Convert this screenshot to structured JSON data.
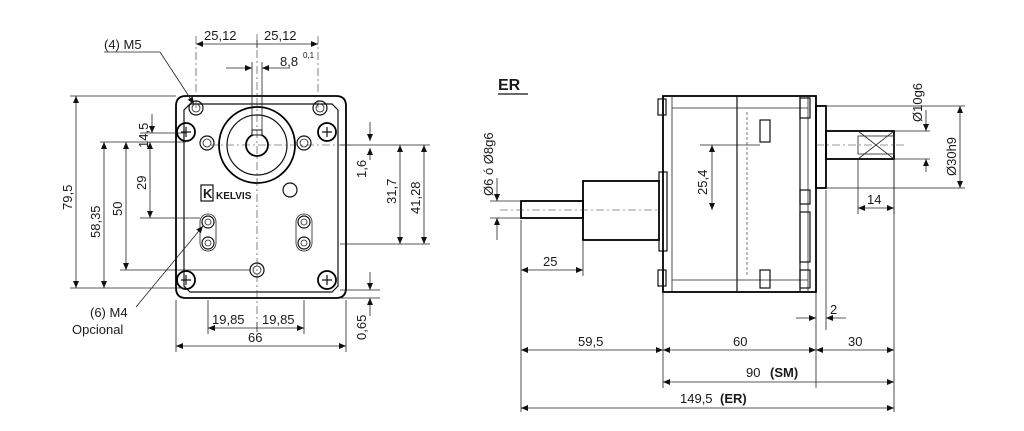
{
  "front_view": {
    "callouts": {
      "m5": "(4) M5",
      "m4": "(6) M4",
      "optional": "Opcional"
    },
    "brand": "KELVIS",
    "brand_mark": "K",
    "dims": {
      "top_left": "25,12",
      "top_right": "25,12",
      "key": "8,8",
      "key_tol": "0,1",
      "d14_5": "14,5",
      "d29": "29",
      "d50": "50",
      "d58_35": "58,35",
      "d79_5": "79,5",
      "d1_6": "1,6",
      "d31_7": "31,7",
      "d41_28": "41,28",
      "bottom_left": "19,85",
      "bottom_right": "19,85",
      "width": "66",
      "d0_65": "0,65"
    }
  },
  "side_view": {
    "title": "ER",
    "dims": {
      "shaft_dia": "Ø6 ó Ø8g6",
      "d25_4": "25,4",
      "pilot": "Ø10g6",
      "flange": "Ø30h9",
      "d14": "14",
      "d25": "25",
      "d2": "2",
      "d59_5": "59,5",
      "d60": "60",
      "d30": "30",
      "sm_value": "90",
      "sm_suffix": "(SM)",
      "er_value": "149,5",
      "er_suffix": "(ER)"
    }
  }
}
